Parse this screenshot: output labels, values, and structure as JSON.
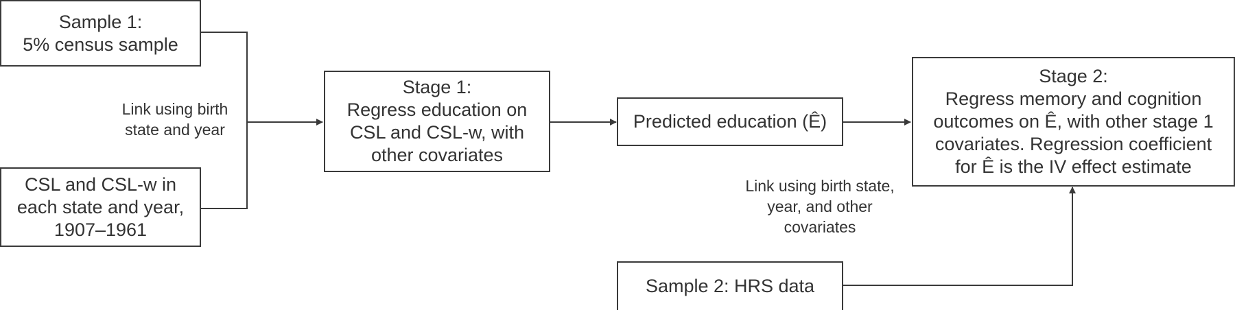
{
  "nodes": {
    "sample1": {
      "lines": [
        "Sample 1:",
        "5% census sample"
      ]
    },
    "csl": {
      "lines": [
        "CSL and CSL-w in",
        "each state and year,",
        "1907–1961"
      ]
    },
    "stage1": {
      "lines": [
        "Stage 1:",
        "Regress education on",
        "CSL and CSL-w, with",
        "other covariates"
      ]
    },
    "predicted": {
      "lines": [
        "Predicted education (Ê)"
      ]
    },
    "stage2": {
      "lines": [
        "Stage 2:",
        "Regress memory and cognition",
        "outcomes on Ê, with other stage 1",
        "covariates. Regression coefficient",
        "for Ê is the IV effect estimate"
      ]
    },
    "sample2": {
      "lines": [
        "Sample 2: HRS data"
      ]
    }
  },
  "edge_labels": {
    "link_birth": {
      "lines": [
        "Link using birth",
        "state and year"
      ]
    },
    "link_covariates": {
      "lines": [
        "Link using birth state,",
        "year, and other",
        "covariates"
      ]
    }
  }
}
